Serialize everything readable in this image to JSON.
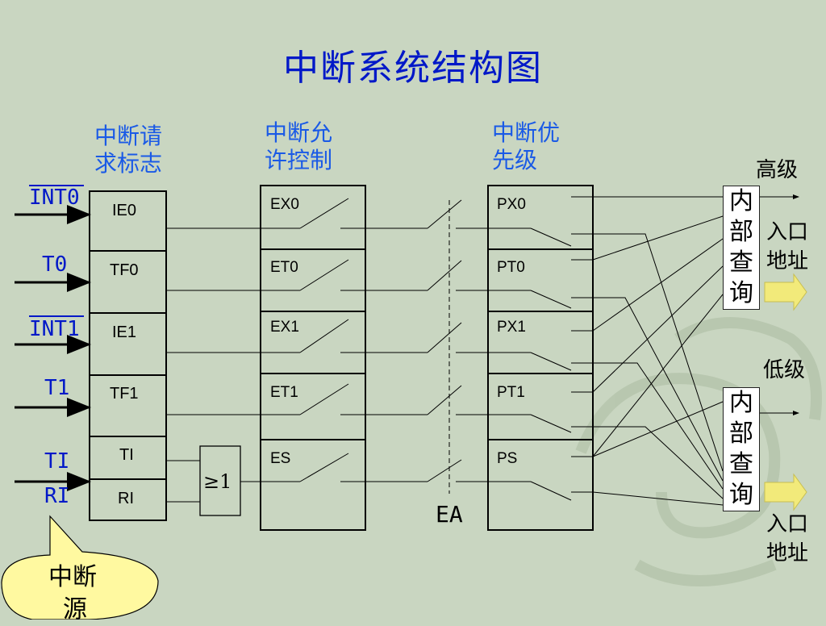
{
  "title": "中断系统结构图",
  "headers": {
    "request_flag": [
      "中断请",
      "求标志"
    ],
    "enable_control": [
      "中断允",
      "许控制"
    ],
    "priority": [
      "中断优",
      "先级"
    ]
  },
  "sources": [
    "INT0",
    "T0",
    "INT1",
    "T1",
    "TI",
    "RI"
  ],
  "flags": [
    "IE0",
    "TF0",
    "IE1",
    "TF1",
    "TI",
    "RI"
  ],
  "or_gate": "≥1",
  "enables": [
    "EX0",
    "ET0",
    "EX1",
    "ET1",
    "ES"
  ],
  "ea_label": "EA",
  "priorities": [
    "PX0",
    "PT0",
    "PX1",
    "PT1",
    "PS"
  ],
  "high_label": "高级",
  "low_label": "低级",
  "query_chars": [
    "内",
    "部",
    "查",
    "询"
  ],
  "entry_label": [
    "入口",
    "地址"
  ],
  "callout": [
    "中断",
    "源"
  ],
  "colors": {
    "title": "#0018c8",
    "header": "#1a5ae6",
    "arrow": "#f2ea7a",
    "callout": "#fff9a0",
    "background": "#c9d6c1"
  }
}
